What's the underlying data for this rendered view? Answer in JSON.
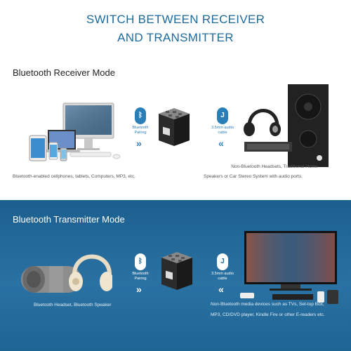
{
  "headline": {
    "line1": "SWITCH BETWEEN RECEIVER",
    "line2": "AND TRANSMITTER"
  },
  "receiver": {
    "title": "Bluetooth Receiver Mode",
    "left_caption": "Bluetooth-enabled cellphones, tablets, Computers, MP3, etc.",
    "right_caption_1": "Non-Bluetooth Headsets, Traditional Home",
    "right_caption_2": "Speakers or Car Stereo System with audio ports.",
    "pairing_label_1": "Bluetooth",
    "pairing_label_2": "Pairing",
    "cable_label_1": "3.5mm audio",
    "cable_label_2": "cable"
  },
  "transmitter": {
    "title": "Bluetooth Transmitter Mode",
    "left_caption": "Bluetooth Headset, Bluetooth Speaker",
    "right_caption_1": "Non-Bluetooth media devices such as TVs, Set-top Box,",
    "right_caption_2": "MP3, CD/DVD player, Kindle Fire or other E-readers etc.",
    "pairing_label_1": "Bluetooth",
    "pairing_label_2": "Pairing",
    "cable_label_1": "3.5mm audio",
    "cable_label_2": "cable"
  },
  "icons": {
    "bluetooth": "bluetooth-icon",
    "cable": "audio-jack-icon",
    "chevrons": "double-chevron-icon"
  },
  "colors": {
    "accent_blue": "#2a7fb8",
    "headline_blue": "#1d6a9c",
    "panel_blue": "#1f6594"
  }
}
